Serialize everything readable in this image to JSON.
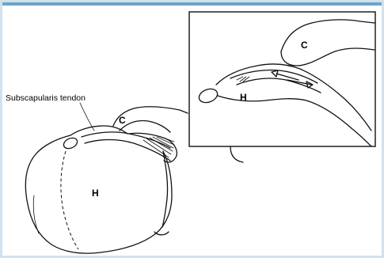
{
  "labels": {
    "tendon": "Subscapularis tendon",
    "coracoid_main": "C",
    "humerus_main": "H",
    "coracoid_inset": "C",
    "humerus_inset": "H"
  },
  "colors": {
    "frame_border": "#cfe2ee",
    "frame_top": "#6fa3c7",
    "ink": "#111111"
  }
}
